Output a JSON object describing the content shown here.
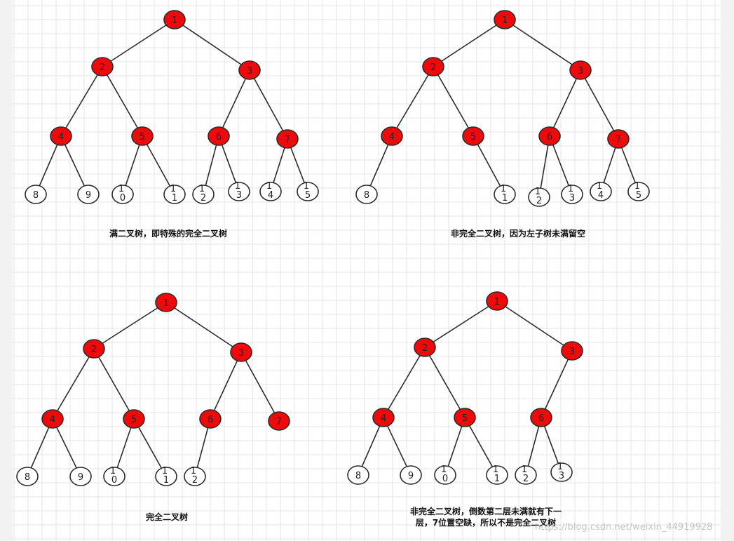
{
  "colors": {
    "internal_fill": "#ee0a0a",
    "leaf_fill": "#ffffff",
    "stroke": "#2b2b2b",
    "grid": "#e6e6e6",
    "side": "#f2f2f2"
  },
  "diagrams": [
    {
      "id": "full",
      "caption_lines": [
        "满二叉树，即特殊的完全二叉树"
      ],
      "nodes": [
        {
          "label": "1",
          "internal": true
        },
        {
          "label": "2",
          "internal": true
        },
        {
          "label": "3",
          "internal": true
        },
        {
          "label": "4",
          "internal": true
        },
        {
          "label": "5",
          "internal": true
        },
        {
          "label": "6",
          "internal": true
        },
        {
          "label": "7",
          "internal": true
        },
        {
          "label": "8",
          "internal": false
        },
        {
          "label": "9",
          "internal": false
        },
        {
          "label": "10",
          "internal": false
        },
        {
          "label": "11",
          "internal": false
        },
        {
          "label": "12",
          "internal": false
        },
        {
          "label": "13",
          "internal": false
        },
        {
          "label": "14",
          "internal": false
        },
        {
          "label": "15",
          "internal": false
        }
      ],
      "edges": [
        [
          "1",
          "2"
        ],
        [
          "1",
          "3"
        ],
        [
          "2",
          "4"
        ],
        [
          "2",
          "5"
        ],
        [
          "3",
          "6"
        ],
        [
          "3",
          "7"
        ],
        [
          "4",
          "8"
        ],
        [
          "4",
          "9"
        ],
        [
          "5",
          "10"
        ],
        [
          "5",
          "11"
        ],
        [
          "6",
          "12"
        ],
        [
          "6",
          "13"
        ],
        [
          "7",
          "14"
        ],
        [
          "7",
          "15"
        ]
      ]
    },
    {
      "id": "incomplete-left",
      "caption_lines": [
        "非完全二叉树，因为左子树未满留空"
      ],
      "nodes": [
        {
          "label": "1",
          "internal": true
        },
        {
          "label": "2",
          "internal": true
        },
        {
          "label": "3",
          "internal": true
        },
        {
          "label": "4",
          "internal": true
        },
        {
          "label": "5",
          "internal": true
        },
        {
          "label": "6",
          "internal": true
        },
        {
          "label": "7",
          "internal": true
        },
        {
          "label": "8",
          "internal": false
        },
        {
          "label": "11",
          "internal": false
        },
        {
          "label": "12",
          "internal": false
        },
        {
          "label": "13",
          "internal": false
        },
        {
          "label": "14",
          "internal": false
        },
        {
          "label": "15",
          "internal": false
        }
      ],
      "edges": [
        [
          "1",
          "2"
        ],
        [
          "1",
          "3"
        ],
        [
          "2",
          "4"
        ],
        [
          "2",
          "5"
        ],
        [
          "3",
          "6"
        ],
        [
          "3",
          "7"
        ],
        [
          "4",
          "8"
        ],
        [
          "5",
          "11"
        ],
        [
          "6",
          "12"
        ],
        [
          "6",
          "13"
        ],
        [
          "7",
          "14"
        ],
        [
          "7",
          "15"
        ]
      ]
    },
    {
      "id": "complete",
      "caption_lines": [
        "完全二叉树"
      ],
      "nodes": [
        {
          "label": "1",
          "internal": true
        },
        {
          "label": "2",
          "internal": true
        },
        {
          "label": "3",
          "internal": true
        },
        {
          "label": "4",
          "internal": true
        },
        {
          "label": "5",
          "internal": true
        },
        {
          "label": "6",
          "internal": true
        },
        {
          "label": "7",
          "internal": true
        },
        {
          "label": "8",
          "internal": false
        },
        {
          "label": "9",
          "internal": false
        },
        {
          "label": "10",
          "internal": false
        },
        {
          "label": "11",
          "internal": false
        },
        {
          "label": "12",
          "internal": false
        }
      ],
      "edges": [
        [
          "1",
          "2"
        ],
        [
          "1",
          "3"
        ],
        [
          "2",
          "4"
        ],
        [
          "2",
          "5"
        ],
        [
          "3",
          "6"
        ],
        [
          "3",
          "7"
        ],
        [
          "4",
          "8"
        ],
        [
          "4",
          "9"
        ],
        [
          "5",
          "10"
        ],
        [
          "5",
          "11"
        ],
        [
          "6",
          "12"
        ]
      ]
    },
    {
      "id": "incomplete-missing-7",
      "caption_lines": [
        "非完全二叉树，倒数第二层未满就有下一",
        "层，7位置空缺，所以不是完全二叉树"
      ],
      "nodes": [
        {
          "label": "1",
          "internal": true
        },
        {
          "label": "2",
          "internal": true
        },
        {
          "label": "3",
          "internal": true
        },
        {
          "label": "4",
          "internal": true
        },
        {
          "label": "5",
          "internal": true
        },
        {
          "label": "6",
          "internal": true
        },
        {
          "label": "8",
          "internal": false
        },
        {
          "label": "9",
          "internal": false
        },
        {
          "label": "10",
          "internal": false
        },
        {
          "label": "11",
          "internal": false
        },
        {
          "label": "12",
          "internal": false
        },
        {
          "label": "13",
          "internal": false
        }
      ],
      "edges": [
        [
          "1",
          "2"
        ],
        [
          "1",
          "3"
        ],
        [
          "2",
          "4"
        ],
        [
          "2",
          "5"
        ],
        [
          "3",
          "6"
        ],
        [
          "4",
          "8"
        ],
        [
          "4",
          "9"
        ],
        [
          "5",
          "10"
        ],
        [
          "5",
          "11"
        ],
        [
          "6",
          "12"
        ],
        [
          "6",
          "13"
        ]
      ]
    }
  ],
  "watermark": "https://blog.csdn.net/weixin_44919928"
}
